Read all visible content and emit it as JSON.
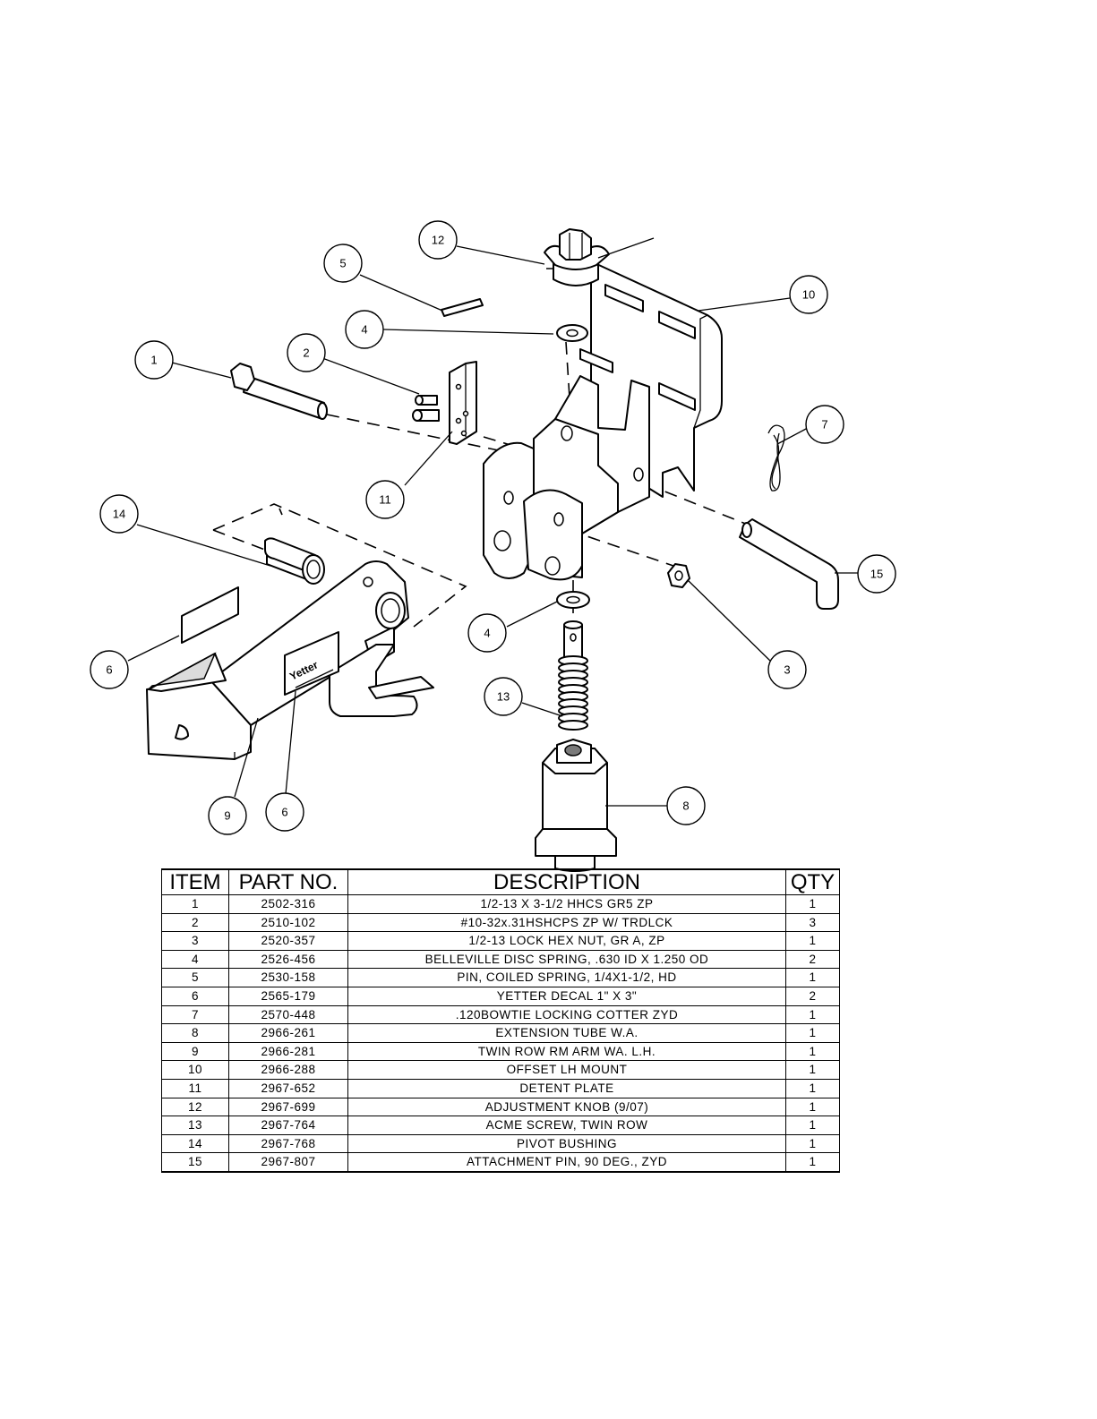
{
  "decal": {
    "brand": "Yetter"
  },
  "callouts": [
    {
      "id": "c1",
      "label": "1"
    },
    {
      "id": "c2",
      "label": "2"
    },
    {
      "id": "c3",
      "label": "3"
    },
    {
      "id": "c4a",
      "label": "4"
    },
    {
      "id": "c4b",
      "label": "4"
    },
    {
      "id": "c5",
      "label": "5"
    },
    {
      "id": "c6a",
      "label": "6"
    },
    {
      "id": "c6b",
      "label": "6"
    },
    {
      "id": "c7",
      "label": "7"
    },
    {
      "id": "c8",
      "label": "8"
    },
    {
      "id": "c9",
      "label": "9"
    },
    {
      "id": "c10",
      "label": "10"
    },
    {
      "id": "c11",
      "label": "11"
    },
    {
      "id": "c12",
      "label": "12"
    },
    {
      "id": "c13",
      "label": "13"
    },
    {
      "id": "c14",
      "label": "14"
    },
    {
      "id": "c15",
      "label": "15"
    }
  ],
  "bom": {
    "headers": {
      "item": "ITEM",
      "part_no": "PART NO.",
      "description": "DESCRIPTION",
      "qty": "QTY"
    },
    "rows": [
      {
        "item": "1",
        "part_no": "2502-316",
        "description": "1/2-13 X 3-1/2 HHCS GR5 ZP",
        "qty": "1"
      },
      {
        "item": "2",
        "part_no": "2510-102",
        "description": "#10-32x.31HSHCPS ZP W/ TRDLCK",
        "qty": "3"
      },
      {
        "item": "3",
        "part_no": "2520-357",
        "description": "1/2-13 LOCK HEX NUT, GR A, ZP",
        "qty": "1"
      },
      {
        "item": "4",
        "part_no": "2526-456",
        "description": "BELLEVILLE DISC SPRING, .630 ID X 1.250 OD",
        "qty": "2"
      },
      {
        "item": "5",
        "part_no": "2530-158",
        "description": "PIN, COILED SPRING, 1/4X1-1/2, HD",
        "qty": "1"
      },
      {
        "item": "6",
        "part_no": "2565-179",
        "description": "YETTER DECAL 1\" X 3\"",
        "qty": "2"
      },
      {
        "item": "7",
        "part_no": "2570-448",
        "description": ".120BOWTIE LOCKING COTTER ZYD",
        "qty": "1"
      },
      {
        "item": "8",
        "part_no": "2966-261",
        "description": "EXTENSION TUBE W.A.",
        "qty": "1"
      },
      {
        "item": "9",
        "part_no": "2966-281",
        "description": "TWIN ROW RM ARM WA. L.H.",
        "qty": "1"
      },
      {
        "item": "10",
        "part_no": "2966-288",
        "description": "OFFSET LH MOUNT",
        "qty": "1"
      },
      {
        "item": "11",
        "part_no": "2967-652",
        "description": "DETENT PLATE",
        "qty": "1"
      },
      {
        "item": "12",
        "part_no": "2967-699",
        "description": "ADJUSTMENT KNOB (9/07)",
        "qty": "1"
      },
      {
        "item": "13",
        "part_no": "2967-764",
        "description": "ACME SCREW, TWIN ROW",
        "qty": "1"
      },
      {
        "item": "14",
        "part_no": "2967-768",
        "description": "PIVOT BUSHING",
        "qty": "1"
      },
      {
        "item": "15",
        "part_no": "2967-807",
        "description": "ATTACHMENT PIN, 90 DEG., ZYD",
        "qty": "1"
      }
    ]
  }
}
